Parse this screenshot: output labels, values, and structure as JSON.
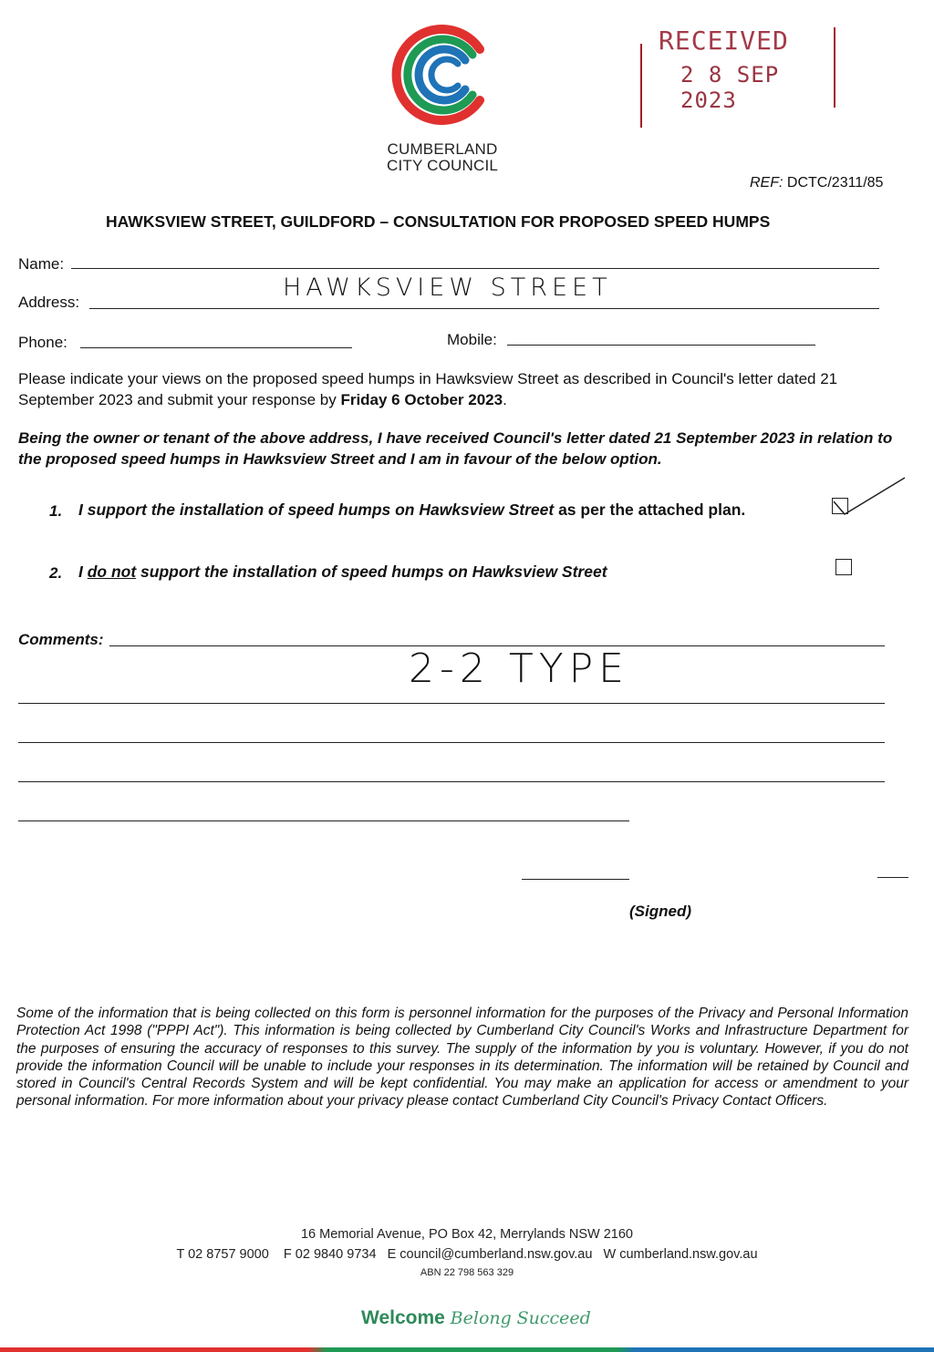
{
  "header": {
    "org_line1": "CUMBERLAND",
    "org_line2": "CITY COUNCIL",
    "logo_icon": "cumberland-c-logo-icon",
    "brand_colors": {
      "red": "#e0312f",
      "green": "#1e9a55",
      "blue": "#1f73b7"
    }
  },
  "stamp": {
    "text": "RECEIVED",
    "date": "2 8 SEP 2023",
    "color": "#a31d2a"
  },
  "ref": {
    "label": "REF:",
    "value": "DCTC/2311/85"
  },
  "title": "HAWKSVIEW STREET, GUILDFORD – CONSULTATION FOR PROPOSED SPEED HUMPS",
  "fields": {
    "name_label": "Name:",
    "address_label": "Address:",
    "address_value": "HAWKSVIEW STREET",
    "phone_label": "Phone:",
    "mobile_label": "Mobile:"
  },
  "intro": {
    "text": "Please indicate your views on the proposed speed humps in Hawksview Street as described in Council's letter dated 21 September 2023 and submit your response by ",
    "deadline": "Friday 6 October 2023",
    "end": "."
  },
  "statement": "Being the owner or tenant of the above address, I have received Council's letter dated 21 September 2023 in relation to the proposed speed humps in Hawksview Street and I am in favour of the below option.",
  "options": [
    {
      "number": "1.",
      "text": "I support the installation of speed humps on Hawksview Street",
      "suffix": " as per the attached plan.",
      "checked": true
    },
    {
      "number": "2.",
      "prefix": "I ",
      "emph": "do not",
      "text": " support the installation of speed humps on Hawksview Street",
      "checked": false
    }
  ],
  "comments": {
    "label": "Comments:",
    "value": "2-2 TYPE"
  },
  "signed_label": "(Signed)",
  "privacy": "Some of the information that is being collected on this form is personnel information for the purposes of the Privacy and Personal Information Protection Act 1998 (\"PPPI Act\"). This information is being collected by Cumberland City Council's Works and Infrastructure Department for the purposes of ensuring the accuracy of responses to this survey. The supply of the information by you is voluntary. However, if you do not provide the information Council will be unable to include your responses in its determination. The information will be retained by Council and stored in Council's Central Records System and will be kept confidential. You may make an application for access or amendment to your personal information. For more information about your privacy please contact Cumberland City Council's Privacy Contact Officers.",
  "footer": {
    "address": "16 Memorial Avenue, PO Box 42, Merrylands NSW 2160",
    "phone": "T 02 8757 9000",
    "fax": "F 02 9840 9734",
    "email": "E council@cumberland.nsw.gov.au",
    "web": "W cumberland.nsw.gov.au",
    "abn": "ABN 22 798 563 329",
    "slogan_1": "Welcome",
    "slogan_2": "Belong",
    "slogan_3": "Succeed"
  }
}
